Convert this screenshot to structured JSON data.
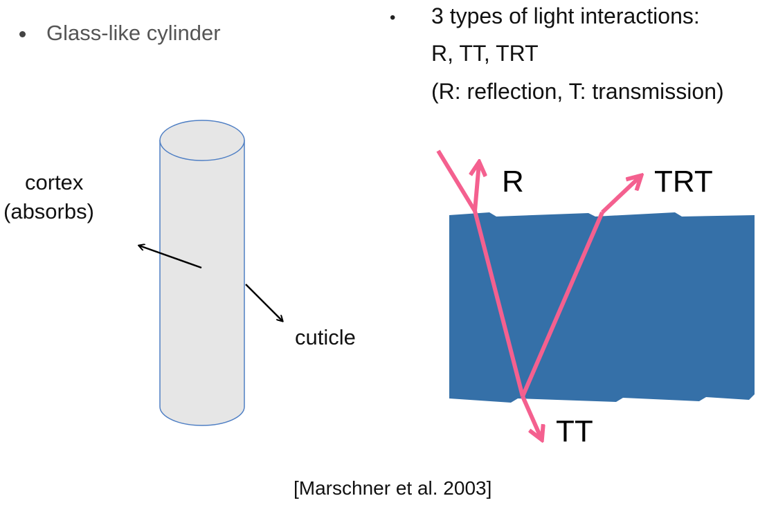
{
  "left_bullet": {
    "text": "Glass-like cylinder"
  },
  "right_bullet": {
    "marker": "•",
    "lines": [
      "3 types of light interactions:",
      "R, TT, TRT",
      "(R: reflection, T: transmission)"
    ]
  },
  "cylinder_labels": {
    "cortex": "cortex",
    "cortex_note": "(absorbs)",
    "cuticle": "cuticle"
  },
  "ray_labels": {
    "r": "R",
    "trt": "TRT",
    "tt": "TT"
  },
  "citation": "[Marschner et al. 2003]",
  "colors": {
    "cylinder_fill": "#e6e6e6",
    "cylinder_stroke": "#4f7fc4",
    "fiber_fill": "#3570a8",
    "ray": "#f4608f"
  }
}
